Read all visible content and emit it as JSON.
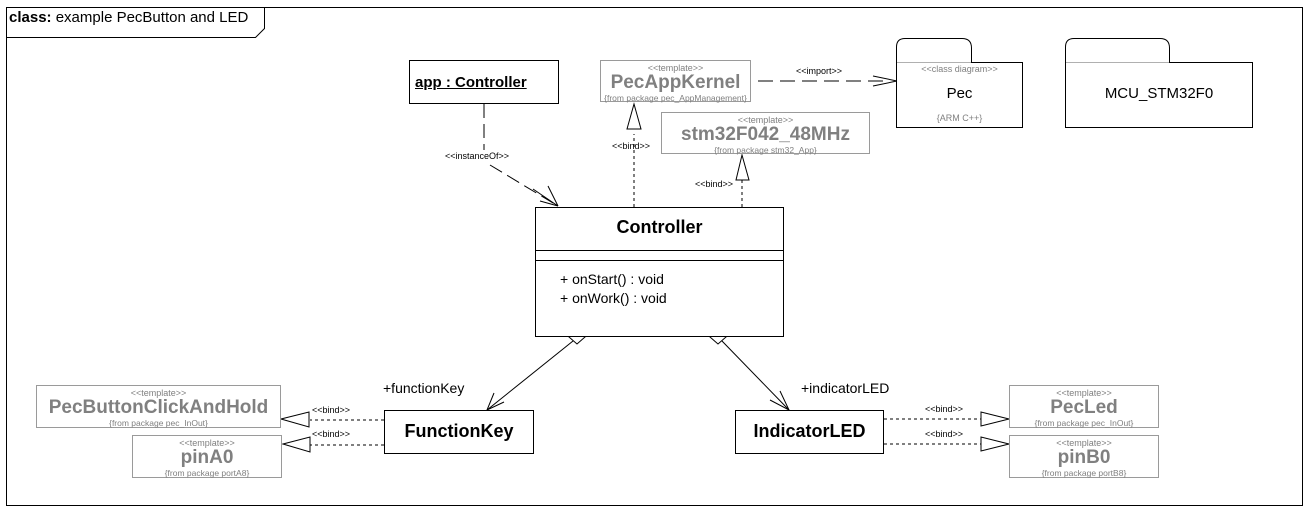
{
  "frame": {
    "kind": "class:",
    "title": "example PecButton and LED"
  },
  "object": {
    "label": "app : Controller"
  },
  "templates": {
    "pecAppKernel": {
      "stereotype": "<<template>>",
      "name": "PecAppKernel",
      "from": "{from package pec_AppManagement}"
    },
    "stm32": {
      "stereotype": "<<template>>",
      "name": "stm32F042_48MHz",
      "from": "{from package stm32_App}"
    },
    "pecButton": {
      "stereotype": "<<template>>",
      "name": "PecButtonClickAndHold",
      "from": "{from package pec_InOut}"
    },
    "pinA0": {
      "stereotype": "<<template>>",
      "name": "pinA0",
      "from": "{from package portA8}"
    },
    "pecLed": {
      "stereotype": "<<template>>",
      "name": "PecLed",
      "from": "{from package pec_InOut}"
    },
    "pinB0": {
      "stereotype": "<<template>>",
      "name": "pinB0",
      "from": "{from package portB8}"
    }
  },
  "packages": {
    "pec": {
      "stereotype": "<<class diagram>>",
      "name": "Pec",
      "tag": "{ARM C++}"
    },
    "mcu": {
      "name": "MCU_STM32F0"
    }
  },
  "controller": {
    "name": "Controller",
    "operations": [
      "+ onStart() : void",
      "+ onWork() : void"
    ]
  },
  "functionKey": {
    "name": "FunctionKey",
    "role": "+functionKey"
  },
  "indicatorLED": {
    "name": "IndicatorLED",
    "role": "+indicatorLED"
  },
  "relations": {
    "instanceOf": "<<instanceOf>>",
    "import": "<<import>>",
    "bind": "<<bind>>"
  }
}
